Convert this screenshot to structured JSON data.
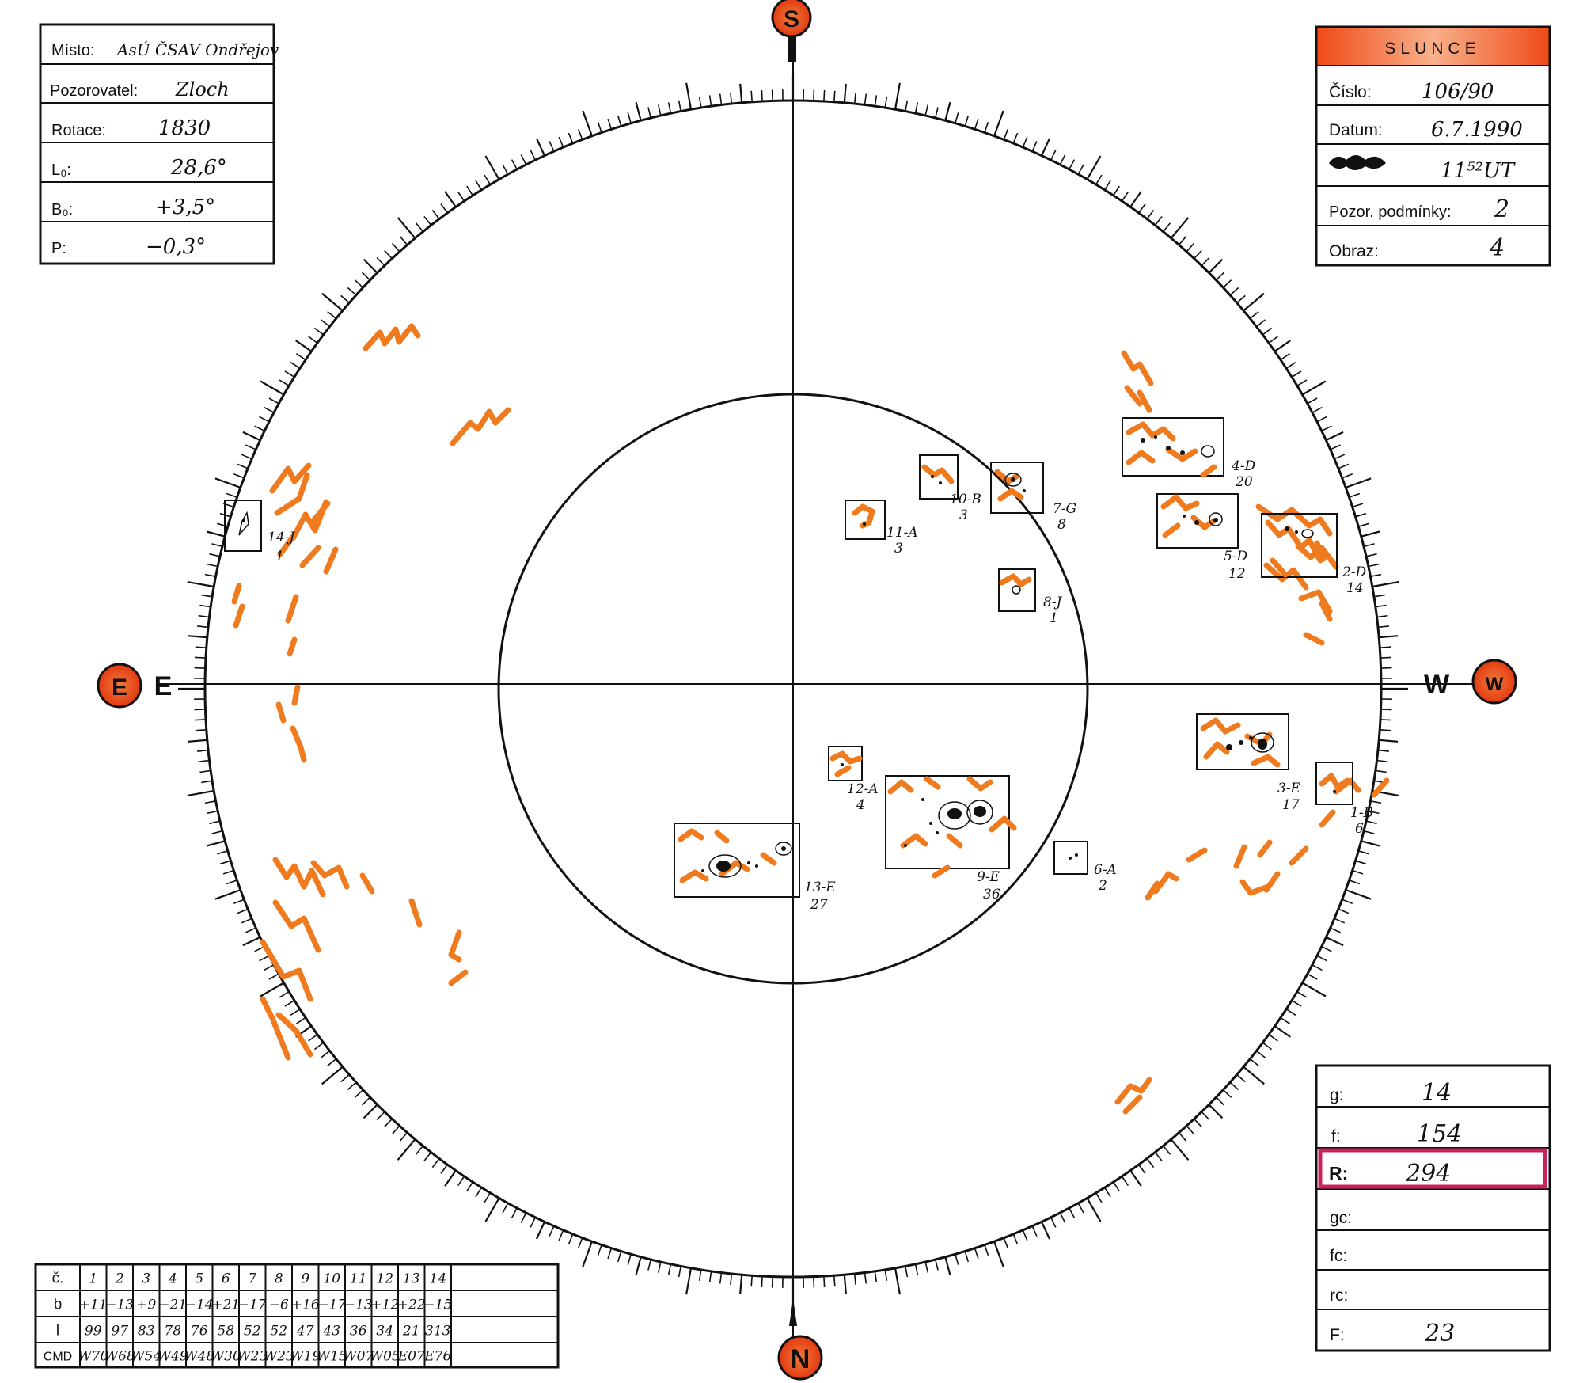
{
  "left_panel": {
    "rows": [
      {
        "label": "Místo:",
        "value": "AsÚ ČSAV Ondřejov"
      },
      {
        "label": "Pozorovatel:",
        "value": "Zloch"
      },
      {
        "label": "Rotace:",
        "value": "1830"
      },
      {
        "label": "L₀:",
        "value": "28,6°"
      },
      {
        "label": "B₀:",
        "value": "+3,5°"
      },
      {
        "label": "P:",
        "value": "−0,3°"
      }
    ]
  },
  "right_panel": {
    "header": "SLUNCE",
    "rows": [
      {
        "label": "Číslo:",
        "value": "106/90"
      },
      {
        "label": "Datum:",
        "value": "6.7.1990"
      },
      {
        "label": "",
        "value": "11⁵²UT"
      },
      {
        "label": "Pozor. podmínky:",
        "value": "2"
      },
      {
        "label": "Obraz:",
        "value": "4"
      }
    ]
  },
  "stats_panel": {
    "rows": [
      {
        "label": "g:",
        "value": "14"
      },
      {
        "label": "f:",
        "value": "154"
      },
      {
        "label": "R:",
        "value": "294"
      },
      {
        "label": "gc:",
        "value": ""
      },
      {
        "label": "fc:",
        "value": ""
      },
      {
        "label": "rc:",
        "value": ""
      },
      {
        "label": "F:",
        "value": "23"
      }
    ]
  },
  "table": {
    "headers": [
      "č.",
      "1",
      "2",
      "3",
      "4",
      "5",
      "6",
      "7",
      "8",
      "9",
      "10",
      "11",
      "12",
      "13",
      "14"
    ],
    "rows": [
      {
        "label": "b",
        "cells": [
          "+11",
          "−13",
          "+9",
          "−21",
          "−14",
          "+21",
          "−17",
          "−6",
          "+16",
          "−17",
          "−13",
          "+12",
          "+22",
          "−15"
        ]
      },
      {
        "label": "l",
        "cells": [
          "99",
          "97",
          "83",
          "78",
          "76",
          "58",
          "52",
          "52",
          "47",
          "43",
          "36",
          "34",
          "21",
          "313"
        ]
      },
      {
        "label": "CMD",
        "cells": [
          "W70",
          "W68",
          "W54",
          "W49",
          "W48",
          "W30",
          "W23",
          "W23",
          "W19",
          "W15",
          "W07",
          "W05",
          "E07",
          "E76"
        ]
      }
    ]
  },
  "compass": {
    "north": "N",
    "south": "S",
    "east": "E",
    "west": "W",
    "east_axis": "E",
    "west_axis": "W"
  },
  "groups": [
    {
      "id": "1-B",
      "count": "6"
    },
    {
      "id": "2-D",
      "count": "14"
    },
    {
      "id": "3-E",
      "count": "17"
    },
    {
      "id": "4-D",
      "count": "20"
    },
    {
      "id": "5-D",
      "count": "12"
    },
    {
      "id": "6-A",
      "count": "2"
    },
    {
      "id": "7-G",
      "count": "8"
    },
    {
      "id": "8-J",
      "count": "1"
    },
    {
      "id": "9-E",
      "count": "36"
    },
    {
      "id": "10-B",
      "count": "3"
    },
    {
      "id": "11-A",
      "count": "3"
    },
    {
      "id": "12-A",
      "count": "4"
    },
    {
      "id": "13-E",
      "count": "27"
    },
    {
      "id": "14-J",
      "count": "1"
    }
  ],
  "colors": {
    "plage": "#f07a1e",
    "ink": "#111111",
    "header": "#ef5a1e",
    "highlight": "#c8245a",
    "badge": "#e8401c"
  }
}
